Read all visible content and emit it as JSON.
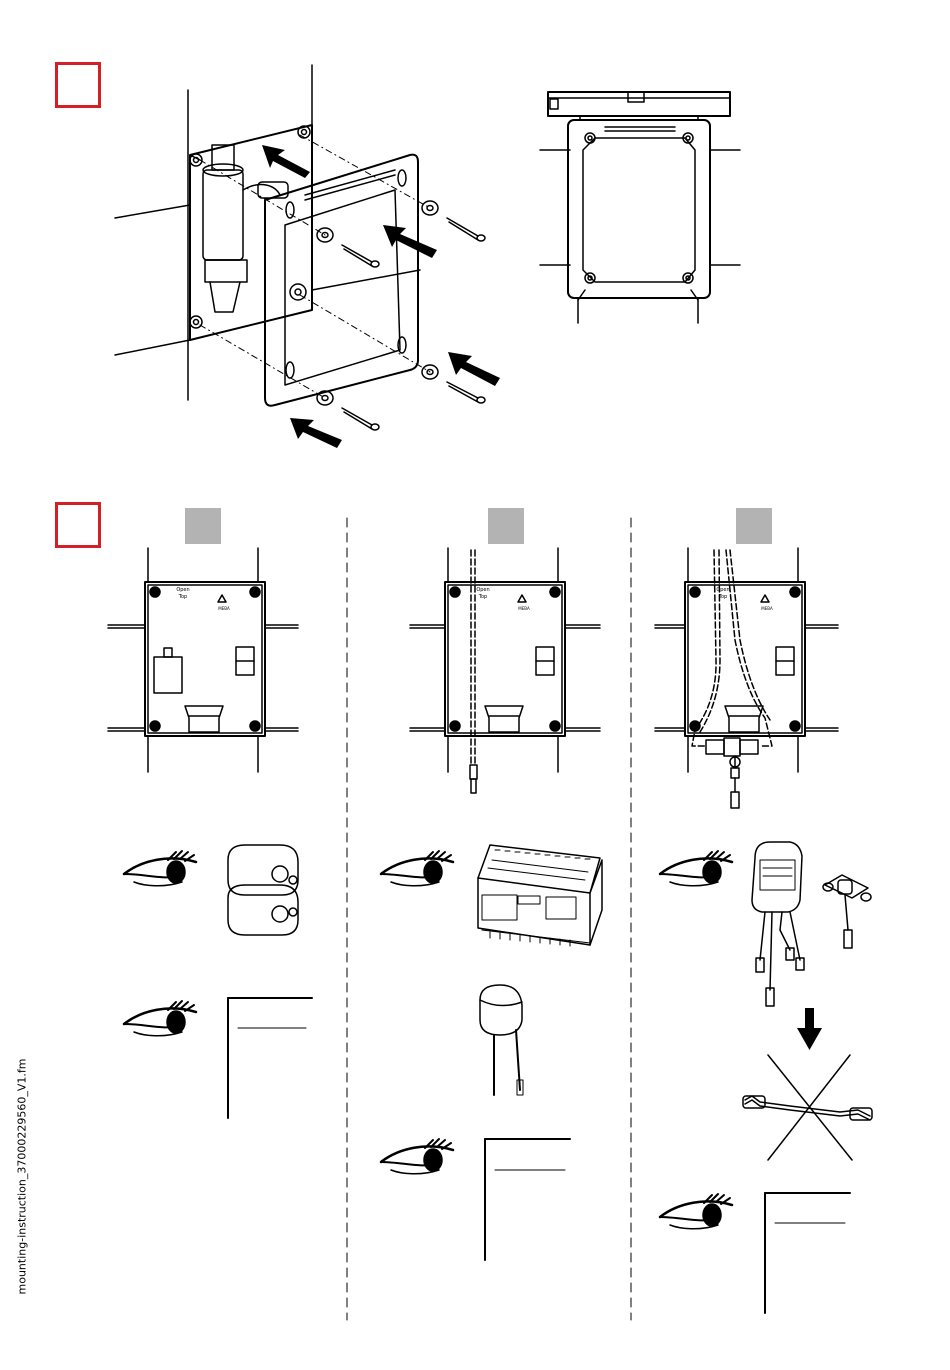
{
  "document": {
    "filename": "mounting-instruction_37000229560_V1.fm"
  },
  "labels": {
    "open_top_line1": "Open",
    "open_top_line2": "Top",
    "warning_text": "MEBA"
  },
  "colors": {
    "step_box": "#d31f26",
    "variant_square": "#b3b3b3",
    "line": "#000000"
  },
  "icons": [
    "eye-icon",
    "arrow-icon",
    "cross-icon"
  ]
}
